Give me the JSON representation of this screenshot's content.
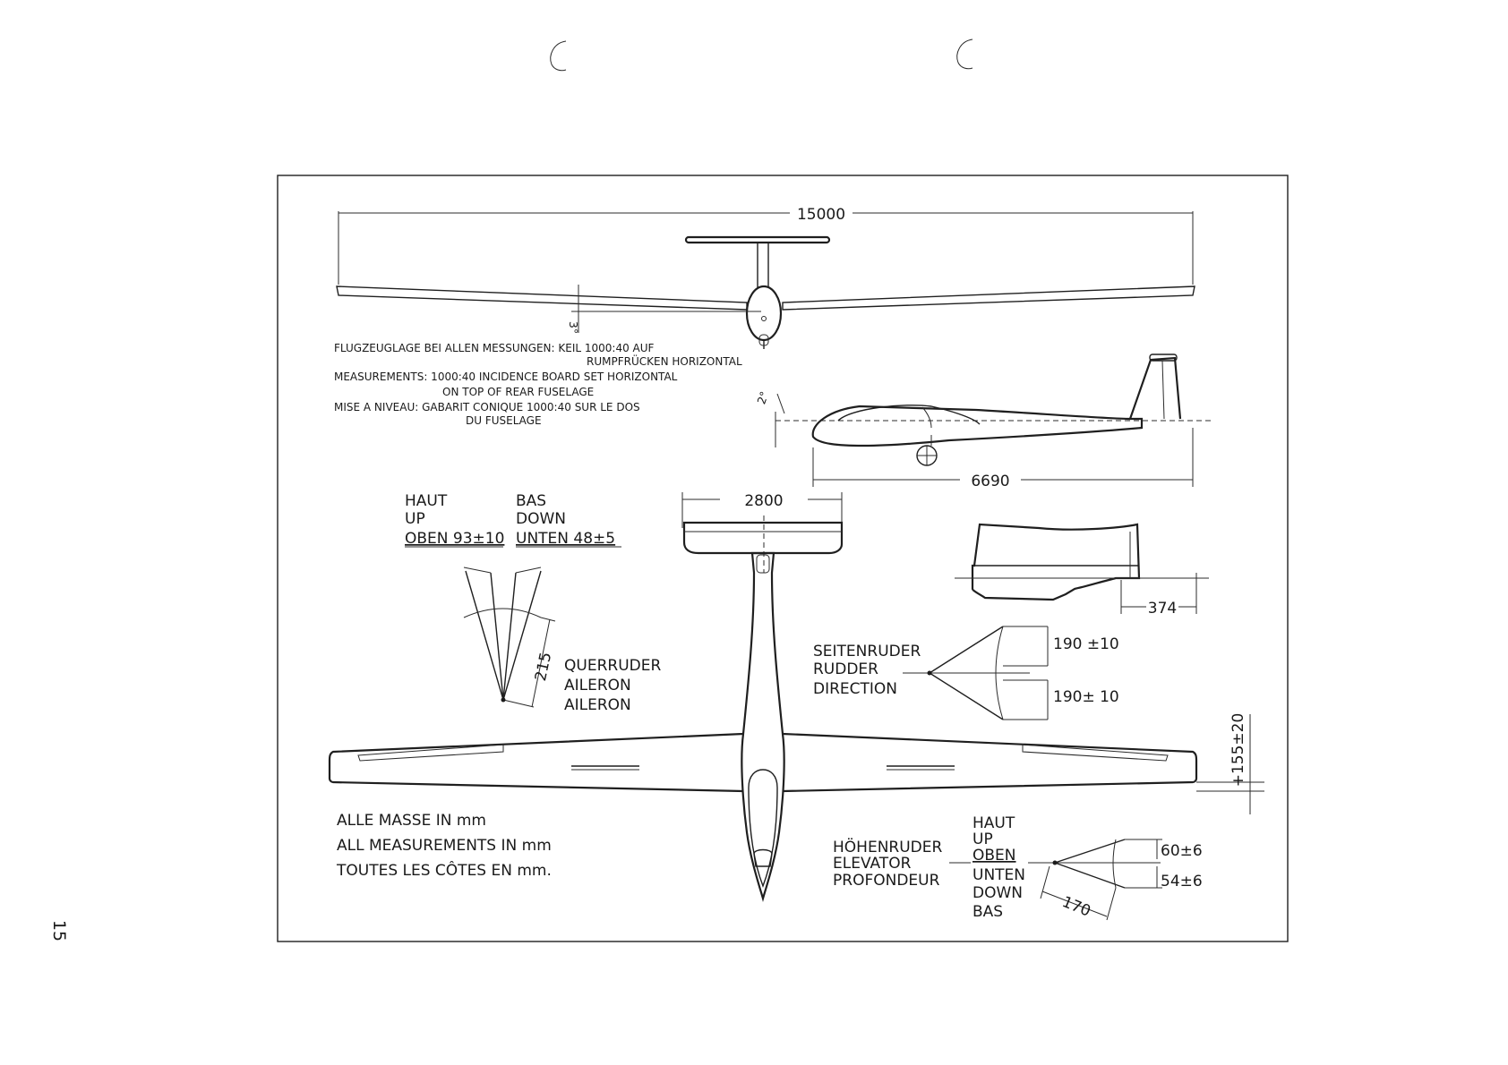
{
  "page_number": "15",
  "dimensions": {
    "span": "15000",
    "length": "6690",
    "tailplane_span": "2800",
    "rudder_offset": "374",
    "dihedral": "3°",
    "incidence": "2°",
    "aileron_chord": "215",
    "elevator_chord": "170",
    "wingtip_deflection": "+155±20"
  },
  "levelling_note": [
    "FLUGZEUGLAGE BEI ALLEN MESSUNGEN: KEIL 1000:40 AUF",
    "RUMPFRÜCKEN HORIZONTAL",
    "MEASUREMENTS: 1000:40 INCIDENCE BOARD SET HORIZONTAL",
    "ON TOP OF REAR FUSELAGE",
    "MISE A NIVEAU: GABARIT CONIQUE 1000:40 SUR LE DOS",
    "DU FUSELAGE"
  ],
  "aileron": {
    "up_labels": [
      "HAUT",
      "UP",
      "OBEN 93±10"
    ],
    "down_labels": [
      "BAS",
      "DOWN",
      "UNTEN 48±5"
    ],
    "name_labels": [
      "QUERRUDER",
      "AILERON",
      "AILERON"
    ]
  },
  "rudder": {
    "name_labels": [
      "SEITENRUDER",
      "RUDDER",
      "DIRECTION"
    ],
    "deflection_left": "190 ±10",
    "deflection_right": "190± 10"
  },
  "elevator": {
    "name_labels": [
      "HÖHENRUDER",
      "ELEVATOR",
      "PROFONDEUR"
    ],
    "direction_labels": [
      "HAUT",
      "UP",
      "OBEN",
      "UNTEN",
      "DOWN",
      "BAS"
    ],
    "deflection_up": "60±6",
    "deflection_down": "54±6"
  },
  "units_note": [
    "ALLE  MASSE  IN  mm",
    "ALL  MEASUREMENTS   IN  mm",
    "TOUTES  LES  CÔTES   EN  mm."
  ]
}
